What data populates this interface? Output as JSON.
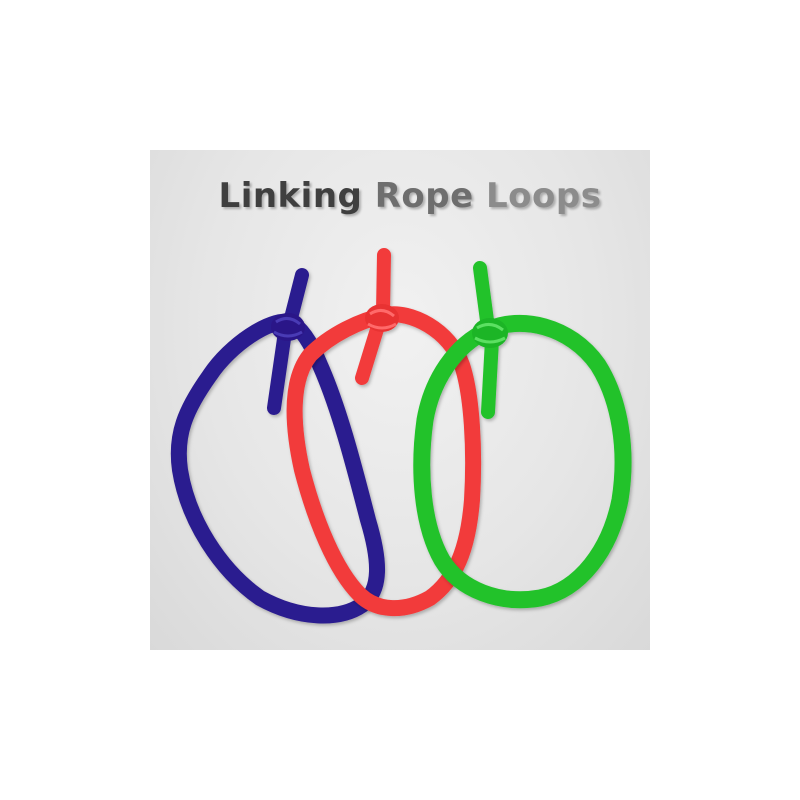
{
  "title": {
    "word1": "Linking",
    "word2": "Rope",
    "word3": "Loops"
  },
  "ropes": [
    {
      "name": "blue-rope-loop",
      "color": "#2b1a8f"
    },
    {
      "name": "red-rope-loop",
      "color": "#f23b3b"
    },
    {
      "name": "green-rope-loop",
      "color": "#22c22a"
    }
  ]
}
